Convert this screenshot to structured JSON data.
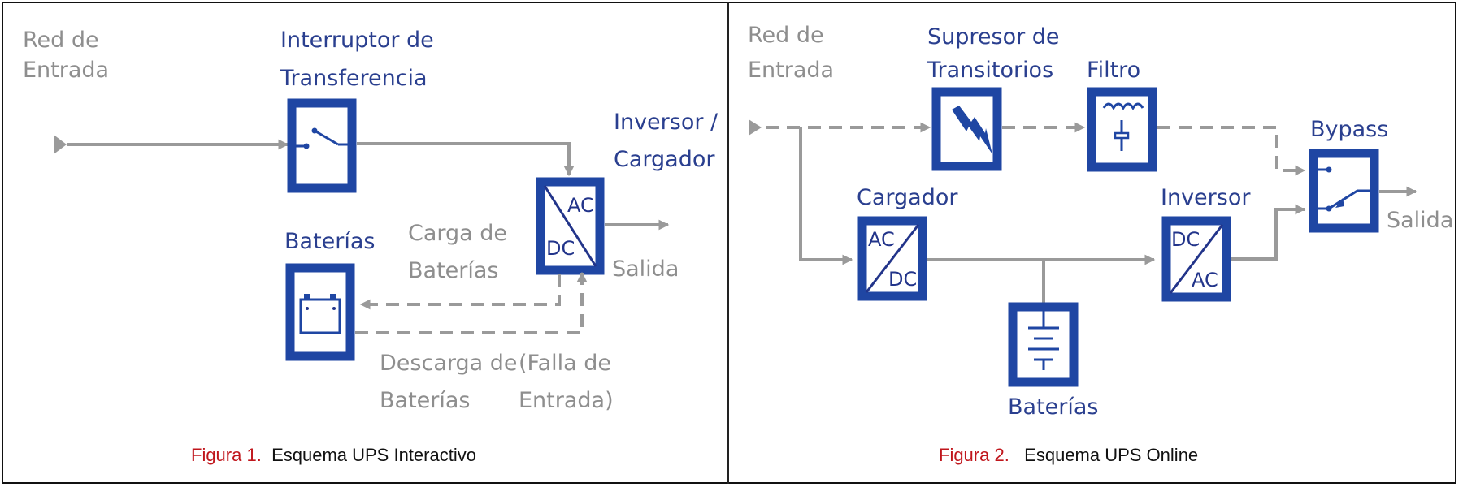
{
  "colors": {
    "box_blue": "#1f46a3",
    "line_gray": "#9a9a9a",
    "label_blue": "#2a3f8f",
    "label_gray": "#8e8e8e",
    "figure_red": "#c0161c"
  },
  "figure1": {
    "caption_number": "Figura 1.",
    "caption_text": "Esquema UPS Interactivo",
    "labels": {
      "input_line1": "Red de",
      "input_line2": "Entrada",
      "switch_line1": "Interruptor de",
      "switch_line2": "Transferencia",
      "inverter_line1": "Inversor /",
      "inverter_line2": "Cargador",
      "batteries": "Baterías",
      "charge_line1": "Carga de",
      "charge_line2": "Baterías",
      "discharge_line1": "Descarga de",
      "discharge_line2": "Baterías",
      "failure_line1": "(Falla de",
      "failure_line2": "Entrada)",
      "output": "Salida"
    },
    "converter": {
      "top": "AC",
      "bottom": "DC"
    },
    "icons": [
      "transfer-switch-icon",
      "ac-dc-converter-icon",
      "battery-icon"
    ]
  },
  "figure2": {
    "caption_number": "Figura 2.",
    "caption_text": "Esquema UPS Online",
    "labels": {
      "input_line1": "Red de",
      "input_line2": "Entrada",
      "suppressor_line1": "Supresor de",
      "suppressor_line2": "Transitorios",
      "filter": "Filtro",
      "bypass": "Bypass",
      "charger": "Cargador",
      "inverter": "Inversor",
      "batteries": "Baterías",
      "output": "Salida"
    },
    "charger_box": {
      "top": "AC",
      "bottom": "DC"
    },
    "inverter_box": {
      "top": "DC",
      "bottom": "AC"
    },
    "icons": [
      "lightning-icon",
      "filter-icon",
      "bypass-switch-icon",
      "battery-stack-icon"
    ]
  }
}
